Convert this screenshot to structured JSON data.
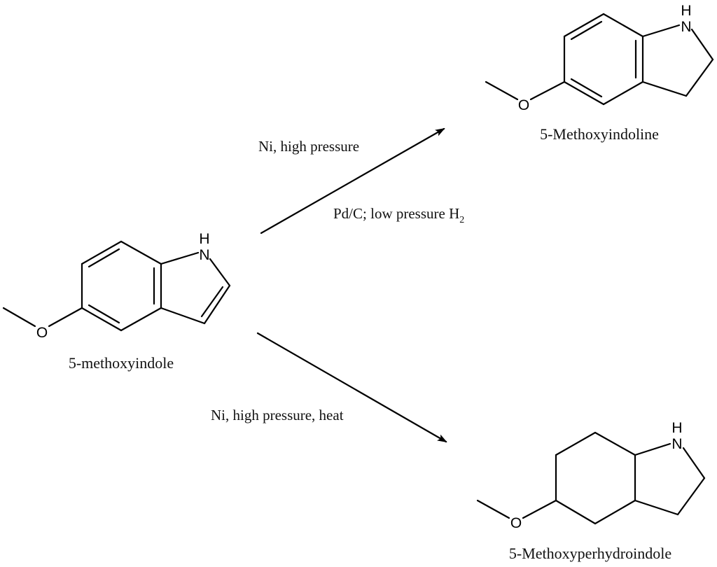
{
  "scheme_title": "",
  "colors": {
    "ink": "#000000",
    "background": "#ffffff"
  },
  "reactant": {
    "name": "5-methoxyindole",
    "atoms": {
      "oxygen": "O",
      "nitrogen": "N",
      "hydrogen": "H"
    }
  },
  "products": [
    {
      "name": "5-Methoxyindoline",
      "atoms": {
        "oxygen": "O",
        "nitrogen": "N",
        "hydrogen": "H"
      }
    },
    {
      "name": "5-Methoxyperhydroindole",
      "atoms": {
        "oxygen": "O",
        "nitrogen": "N",
        "hydrogen": "H"
      }
    }
  ],
  "reactions": [
    {
      "to": "5-Methoxyindoline",
      "conditions_above": "Ni, high pressure",
      "conditions_below": "Pd/C; low pressure H",
      "conditions_below_subscript": "2"
    },
    {
      "to": "5-Methoxyperhydroindole",
      "conditions_below": "Ni, high pressure, heat"
    }
  ]
}
